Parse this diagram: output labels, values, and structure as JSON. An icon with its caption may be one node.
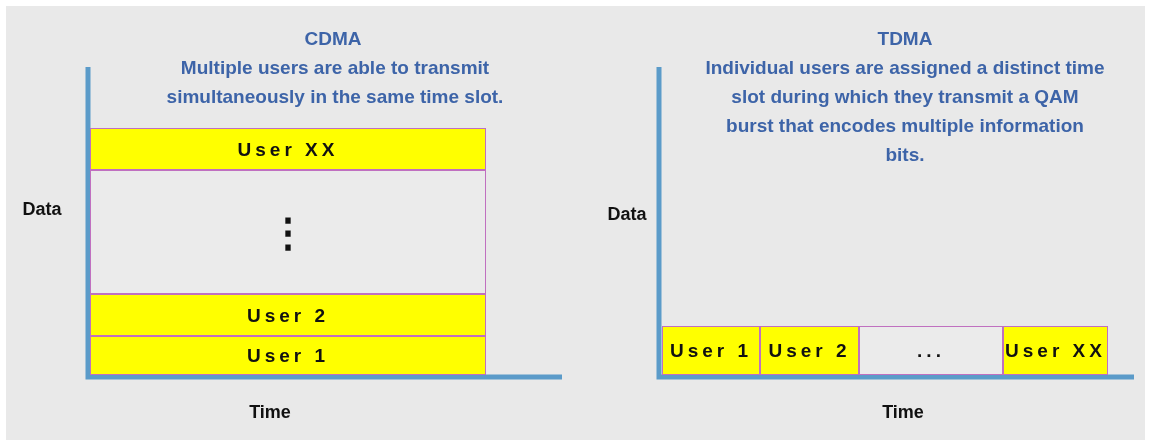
{
  "diagram": {
    "nodes": [
      {
        "text": [
          "User XX"
        ]
      },
      {
        "text": [
          "⋮"
        ]
      },
      {
        "text": [
          "User 2"
        ]
      },
      {
        "text": [
          "User 1"
        ]
      },
      {
        "text": [
          "User 1"
        ]
      },
      {
        "text": [
          "User 2"
        ]
      },
      {
        "text": [
          "..."
        ]
      },
      {
        "text": [
          "User XX"
        ]
      }
    ],
    "labels": [
      "CDMA",
      "Multiple users are able to transmit simultaneously in the same time slot.",
      "Data",
      "Time",
      "TDMA",
      "Individual users are assigned a distinct time slot during which they transmit a QAM burst that encodes multiple information bits.",
      "Data",
      "Time"
    ]
  }
}
